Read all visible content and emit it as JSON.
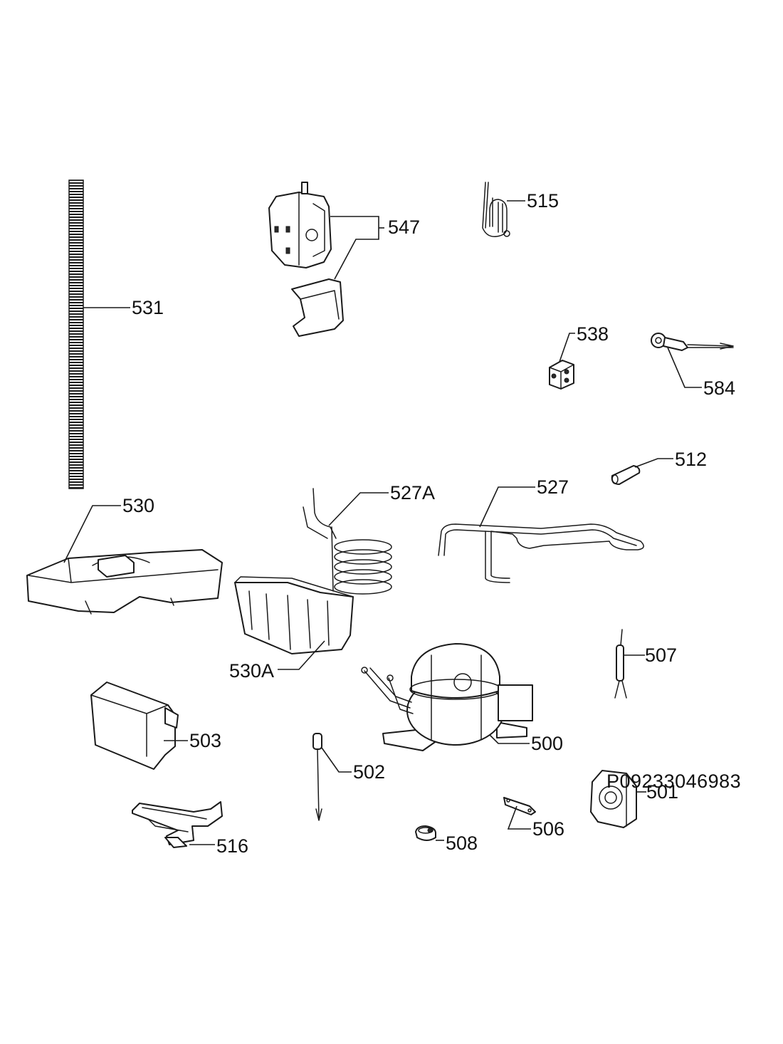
{
  "diagram": {
    "colors": {
      "ink": "#1a1a1a",
      "background": "#ffffff"
    },
    "parts": [
      {
        "id": "531",
        "label": "531"
      },
      {
        "id": "547",
        "label": "547"
      },
      {
        "id": "515",
        "label": "515"
      },
      {
        "id": "538",
        "label": "538"
      },
      {
        "id": "584",
        "label": "584"
      },
      {
        "id": "512",
        "label": "512"
      },
      {
        "id": "530",
        "label": "530"
      },
      {
        "id": "527A",
        "label": "527A"
      },
      {
        "id": "527",
        "label": "527"
      },
      {
        "id": "530A",
        "label": "530A"
      },
      {
        "id": "507",
        "label": "507"
      },
      {
        "id": "503",
        "label": "503"
      },
      {
        "id": "500",
        "label": "500"
      },
      {
        "id": "502",
        "label": "502"
      },
      {
        "id": "501",
        "label": "501"
      },
      {
        "id": "506",
        "label": "506"
      },
      {
        "id": "516",
        "label": "516"
      },
      {
        "id": "508",
        "label": "508"
      }
    ],
    "reference_code": "P09233046983"
  }
}
